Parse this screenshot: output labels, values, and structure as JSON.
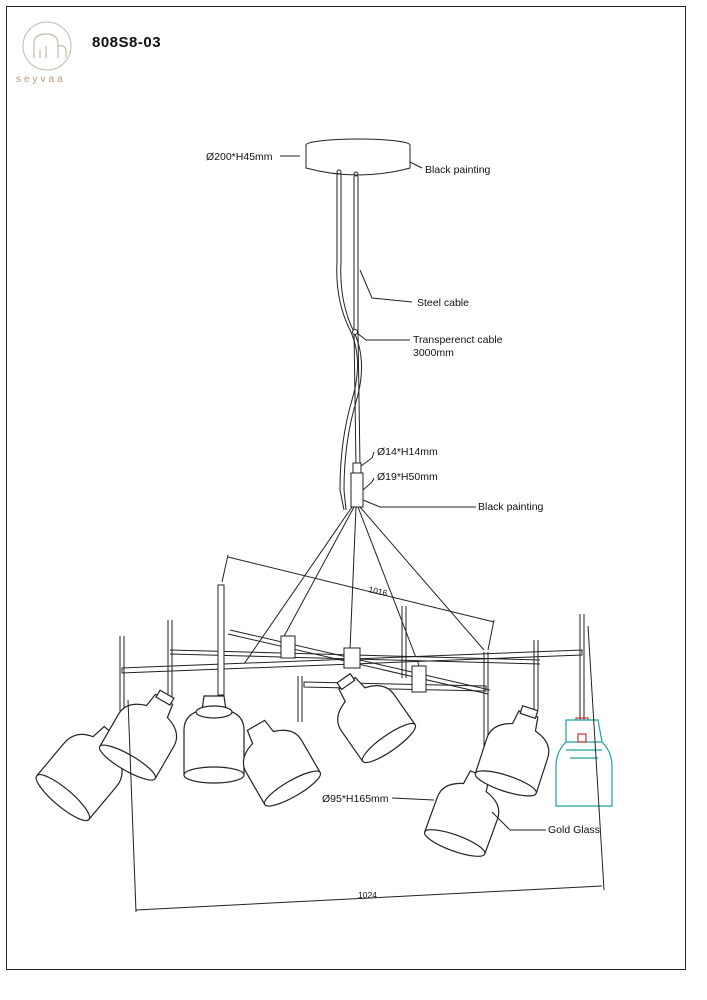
{
  "brand": {
    "name": "seyvaa",
    "logo_icon": "elephant-logo-icon",
    "color": "#b49b80"
  },
  "model": "808S8-03",
  "labels": {
    "canopy_dim": "Ø200*H45mm",
    "canopy_finish": "Black painting",
    "steel_cable": "Steel cable",
    "transparent_cable": "Transperenct cable",
    "cable_length": "3000mm",
    "small_part_dim": "Ø14*H14mm",
    "connector_dim": "Ø19*H50mm",
    "connector_finish": "Black painting",
    "shade_dim": "Ø95*H165mm",
    "shade_material": "Gold Glass",
    "width_top": "1016",
    "width_bottom": "1024"
  },
  "colors": {
    "line": "#222222",
    "accent": "#1aa3a3",
    "accent_red": "#d03030"
  }
}
